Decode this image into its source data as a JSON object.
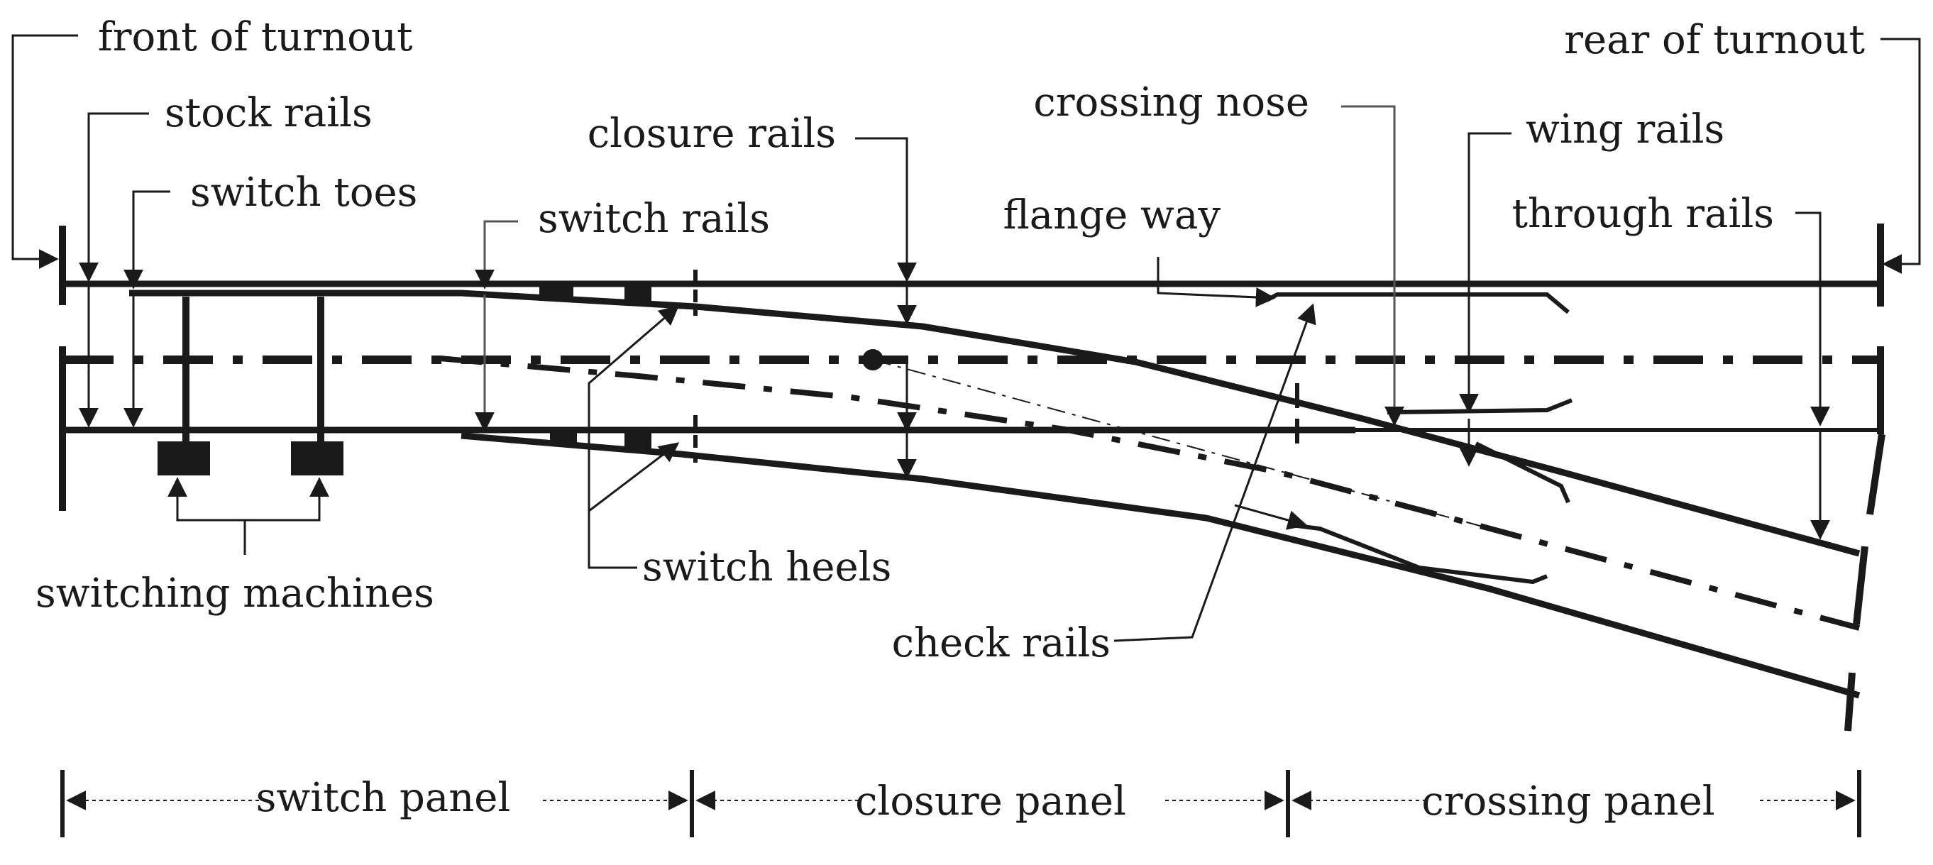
{
  "labels": {
    "front_of_turnout": "front of turnout",
    "rear_of_turnout": "rear of turnout",
    "stock_rails": "stock rails",
    "switch_toes": "switch toes",
    "closure_rails": "closure rails",
    "crossing_nose": "crossing nose",
    "wing_rails": "wing rails",
    "switch_rails": "switch rails",
    "flange_way": "flange way",
    "through_rails": "through rails",
    "switching_machines": "switching machines",
    "switch_heels": "switch heels",
    "check_rails": "check rails"
  },
  "panels": {
    "switch_panel": "switch panel",
    "closure_panel": "closure panel",
    "crossing_panel": "crossing panel"
  }
}
